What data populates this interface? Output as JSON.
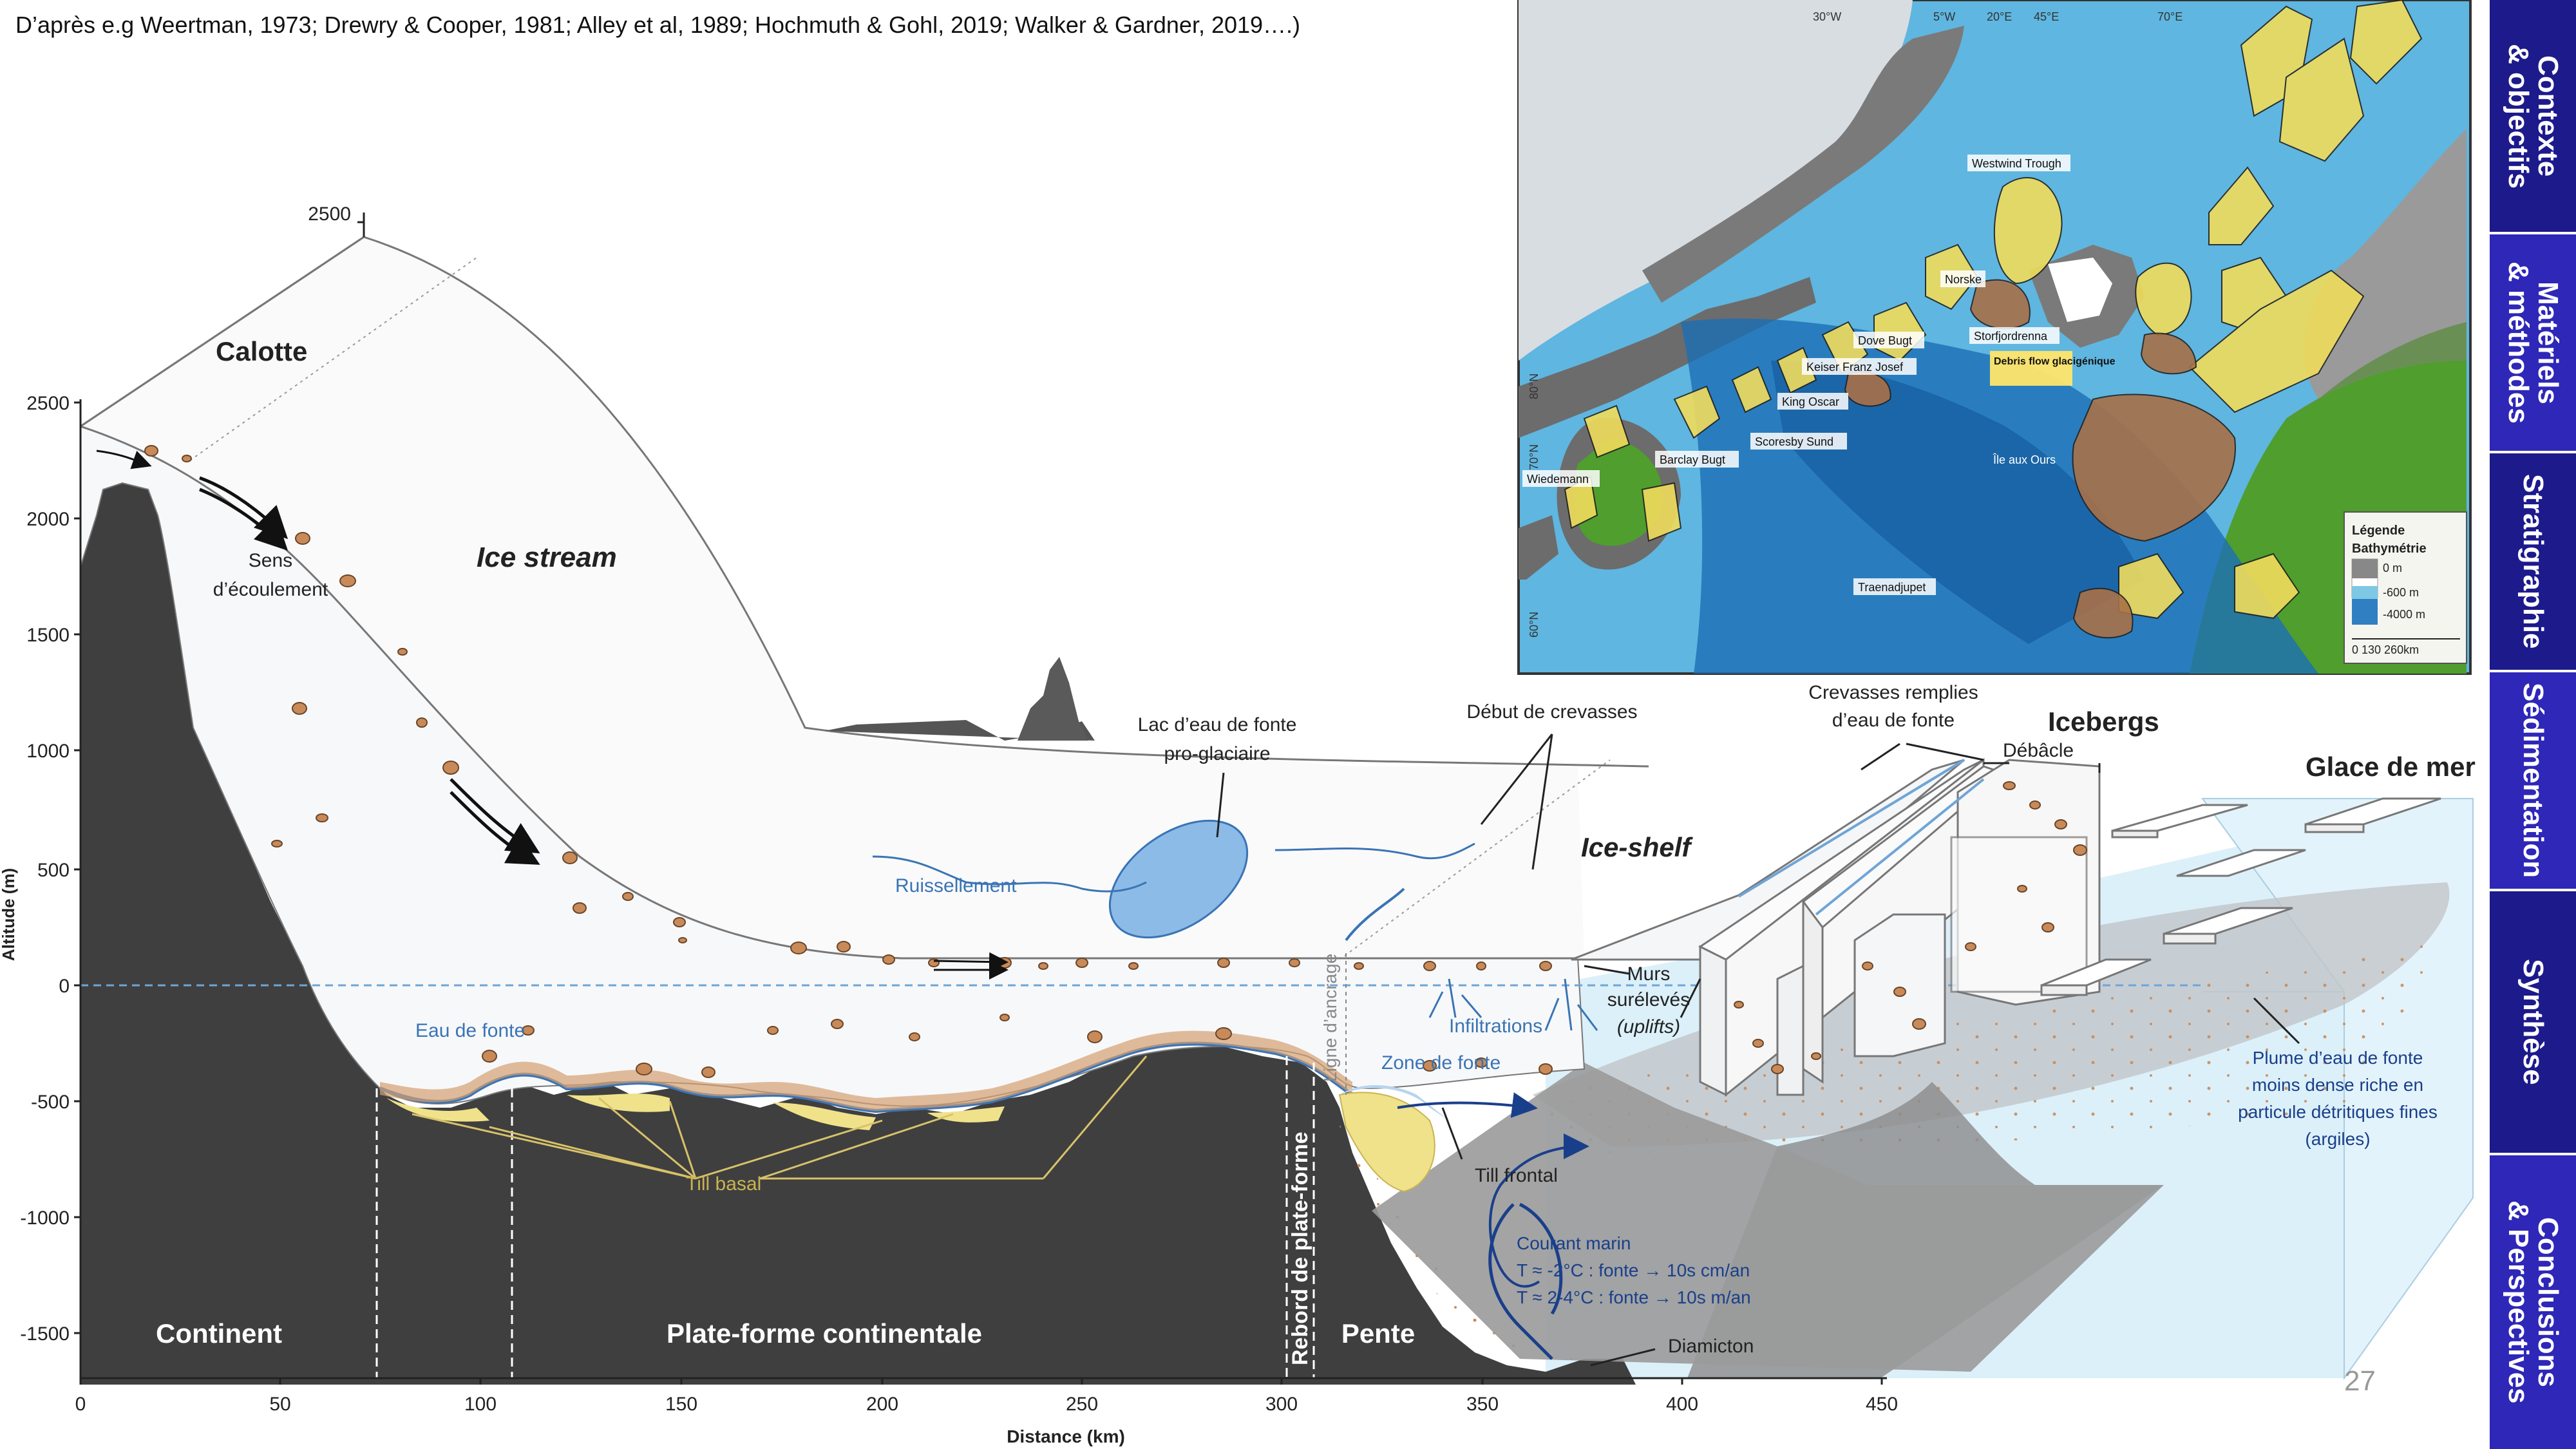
{
  "citation": "D’après e.g Weertman, 1973; Drewry & Cooper, 1981; Alley et al, 1989; Hochmuth & Gohl, 2019; Walker & Gardner, 2019….)",
  "page_number": "27",
  "nav": [
    {
      "label": "Contexte\n& objectifs"
    },
    {
      "label": "Matériels\n& méthodes"
    },
    {
      "label": "Stratigraphie"
    },
    {
      "label": "Sédimentation"
    },
    {
      "label": "Synthèse"
    },
    {
      "label": "Conclusions\n& Perspectives"
    }
  ],
  "diagram": {
    "y_axis_title": "Altitude (m)",
    "x_axis_title": "Distance (km)",
    "y_ticks": [
      "2500",
      "2000",
      "1500",
      "1000",
      "500",
      "0",
      "-500",
      "-1000",
      "-1500"
    ],
    "x_ticks": [
      "0",
      "50",
      "100",
      "150",
      "200",
      "250",
      "300",
      "350",
      "400",
      "450"
    ],
    "top_axis_value": "2500",
    "labels": {
      "calotte": "Calotte",
      "ice_stream": "Ice stream",
      "flow_direction": [
        "Sens",
        "d’écoulement"
      ],
      "lac": [
        "Lac d’eau de fonte",
        "pro-glaciaire"
      ],
      "ruissellement": "Ruissellement",
      "debut_crevasses": "Début de crevasses",
      "crevasses_remplies": [
        "Crevasses remplies",
        "d’eau de fonte"
      ],
      "icebergs": "Icebergs",
      "debacle": "Débâcle",
      "glace_de_mer": "Glace de mer",
      "ice_shelf": "Ice-shelf",
      "murs": [
        "Murs",
        "surélevés",
        "(uplifts)"
      ],
      "infiltrations": "Infiltrations",
      "eau_de_fonte": "Eau de fonte",
      "zone_de_fonte": "Zone de fonte",
      "ligne_ancrage": "Ligne d’ancrage",
      "rebord": "Rebord de plate-forme",
      "till_basal": "Till basal",
      "till_frontal": "Till frontal",
      "courant": [
        "Courant marin",
        "T ≈ -2°C : fonte → 10s cm/an",
        "T ≈ 2-4°C : fonte → 10s m/an"
      ],
      "plume": [
        "Plume d’eau de fonte",
        "moins dense riche en",
        "particule détritiques fines",
        "(argiles)"
      ],
      "diamicton": "Diamicton",
      "continent": "Continent",
      "plateforme": "Plate-forme continentale",
      "pente": "Pente"
    }
  },
  "map": {
    "places": [
      "Westwind Trough",
      "Norske",
      "Dove Bugt",
      "Keiser Franz Josef",
      "Storfjordrenna",
      "Debris flow glacigénique",
      "King Oscar",
      "Scoresby Sund",
      "Barclay Bugt",
      "Wiedemann",
      "Île aux Ours",
      "Traenadjupet"
    ],
    "longitudes": [
      "30°W",
      "5°W",
      "20°E",
      "45°E",
      "70°E"
    ],
    "latitudes": [
      "80°N",
      "70°N",
      "60°N"
    ],
    "legend": {
      "title": "Légende",
      "subtitle": "Bathymétrie",
      "items": [
        "0 m",
        "-600 m",
        "-4000 m"
      ],
      "scale": "0   130  260km"
    },
    "colors": {
      "glacier_fan": "#f0dc5c",
      "debris_flow": "#a87148",
      "vegetation": "#4f9e2e",
      "ocean_deep": "#1c6fb5",
      "ocean_shallow": "#7ec8e6"
    }
  },
  "colors": {
    "nav_tab": "#1d1a8c",
    "bedrock": "#3f3f3f",
    "ice": "#f7f8fa",
    "sea": "#cfe8f5",
    "meltwater": "#3a74b4",
    "till": "#efe28a",
    "clast": "#c98a5a"
  }
}
